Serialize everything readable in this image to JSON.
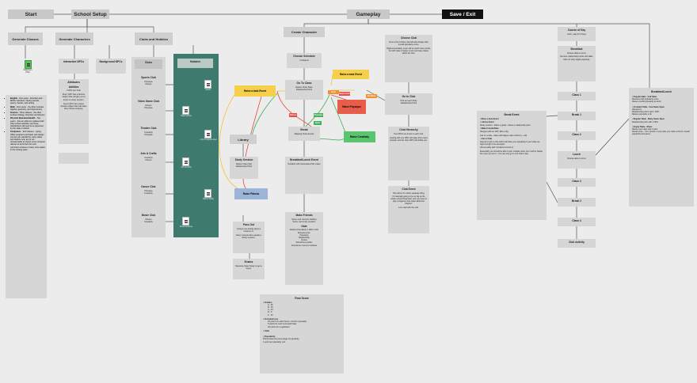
{
  "header": {
    "start": "Start",
    "school_setup": "School Setup",
    "gameplay": "Gameplay",
    "save_exit": "Save / Exit"
  },
  "generate_classes": {
    "title": "Generate Classes",
    "doc_label": "Classroom",
    "doc_sub": "PNG",
    "items": [
      {
        "head": "English",
        "text": "Five years - American and British Literature, literary periods, poetry, rhetoric, and writing"
      },
      {
        "head": "Math",
        "text": "Four years - the other includes algebra, geometry, and trigonometry"
      },
      {
        "head": "Science",
        "text": "Three classes - the other involves biology, chemistry and physics"
      },
      {
        "head": "Physical Education/Health",
        "text": "Two year's - this can often be replaced with other school activities, but these substitutions will need to be approved by the state or district"
      },
      {
        "head": "Computers",
        "text": "Tech classes - typing, Office programs and basic web design courses are standard in many states and districts now, as it's not unreasonable to expect some computer classes to work their into core curriculum choices in many more states in the coming years"
      }
    ]
  },
  "generate_characters": {
    "title": "Generate Characters",
    "interactive": "Interactive NPCs",
    "background": "Background NPCs",
    "attributes_title": "Attributes",
    "attributes_sub": "Abilities",
    "attributes_lines": [
      "2 NPC per Club",
      "Every NPC has a favorite subject that will give you a boost on study session.",
      "Every NPC has a least favorite subject that will make them bad at studying."
    ]
  },
  "clubs": {
    "title": "Clubs and Hobbies",
    "col_title": "Clubs",
    "hobbies_title": "Hobbies",
    "list": [
      {
        "name": "Sports Club",
        "stats": [
          "Physique",
          "Fitness"
        ]
      },
      {
        "name": "Video Game Club",
        "stats": [
          "Fitness",
          "Physique"
        ]
      },
      {
        "name": "Theater Club",
        "stats": [
          "Creativity",
          "Physique"
        ]
      },
      {
        "name": "Arts & Crafts",
        "stats": [
          "Creativity",
          "Fitness"
        ]
      },
      {
        "name": "Dance Club",
        "stats": [
          "Physique",
          "Creativity"
        ]
      },
      {
        "name": "Movie Club",
        "stats": [
          "Fitness",
          "Creativity"
        ]
      }
    ],
    "hobby_docs": [
      "Sports",
      "Video Games",
      "Arts & Supplies area",
      "Arts & Crafts",
      "Dance Studio",
      "Sketch Defense"
    ]
  },
  "gameplay": {
    "create_character": "Create Character",
    "choose_schedule": {
      "title": "Choose Schedule",
      "sub": "4 Subjects"
    },
    "go_to_class": {
      "title": "Go To Class",
      "lines": [
        "Raises Class Stats",
        "Relationship Point"
      ]
    },
    "raise_event_left": "Raise a task Event",
    "raise_event_right": "Raise a task Event",
    "raise_physique": "Raise Physique",
    "raise_creativity": "Raise Creativity",
    "tags": [
      "Ends",
      "Fitness",
      "Physique",
      "Study Event",
      "Art Raise",
      "Ends"
    ],
    "library": "Library",
    "study_session": {
      "title": "Study Session",
      "lines": [
        "Raises Class Stat",
        "Relationship Point"
      ]
    },
    "raise_fitness": "Raise Fitness",
    "break": {
      "title": "Break",
      "sub": "Skipping Class Events"
    },
    "breakfast_lunch": {
      "title": "Breakfast/Lunch Event",
      "sub": "Socialize with classmates/club mates"
    },
    "make_friends": {
      "title": "Make Friends",
      "lines": [
        "Some cool common hobbies",
        "Some cool study sessions"
      ],
      "gate": "Gate",
      "gate_lines": [
        "Relaxes Popularity in ARCs Club",
        "Requirements:",
        "Popularity",
        "Relationship",
        "Scores",
        "Sometimes grades",
        "Sometimes common hobbies"
      ]
    },
    "pass_out": {
      "title": "Pass Out",
      "lines": [
        "Going to an activity gives a minimum C.",
        "Every missed class equals a library session."
      ]
    },
    "exams": {
      "title": "Exams",
      "sub": "Requires Class Study to get a boost."
    },
    "choose_club": {
      "title": "Choose Club",
      "lines": [
        "From a list of clubs, that will also display their overall popularity score.",
        "Highest popularity score will be worth more points, but will make it harder to join and raise status within the club."
      ]
    },
    "go_to_club": {
      "title": "Go to Club",
      "lines": [
        "Pick up new hobby",
        "Relationship Point"
      ]
    },
    "club_hierarchy": {
      "title": "Club Hierarchy",
      "lines": [
        "Two NPCs are trusts in each club.",
        "Getting with one NPC will make them more popular, and the other NPC will dislike you."
      ]
    },
    "club_event": {
      "title": "Club Event",
      "lines": [
        "This will be it's whole separate thing.",
        "It's basically going to be as big as the whole school thing itself, and you have to play minigames and make alliances! Maybe?",
        "Let's wait with the club."
      ]
    }
  },
  "final_score": {
    "title": "Final Score",
    "grades_head": "Grades",
    "grades": [
      "A - 25",
      "B - 15",
      "C - 10",
      "D - 5",
      "F - 10"
    ],
    "friends_head": "Friends/Love",
    "friends": [
      "15 points for each friend + friend's popularity",
      "5 points for each successful date",
      "20 points for a significant"
    ],
    "club_head": "Club",
    "pop_head": "Popularity",
    "pop_lines": [
      "Points based on percentage of popularity.",
      "1 point per popularity unit"
    ]
  },
  "course_of_day": {
    "title": "Course of Day",
    "sub": "x120 - play for 5 days",
    "breakfast": {
      "title": "Breakfast",
      "lines": [
        "Choose table to sit at.",
        "Receive relationship points with table",
        "Gain (or lose) slight popularity."
      ]
    },
    "sequence": [
      "Class 1",
      "Break 1",
      "Class 2",
      "Lunch",
      "Class 3",
      "Break 2",
      "Class 4",
      "Club Activity"
    ],
    "lunch_sub": "Choose table to sit at."
  },
  "break_event": {
    "title": "Break Event",
    "items": [
      "Raise a task Event",
      "Library Event",
      "Study session - Raise a grade - Raise a relationship point",
      "Make Friends/Date",
      "Hangout with an NPC (Bus only)",
      "Ask on a date - dates will happen after school (+ +10)",
      "Join a Club",
      "Attempt to join a club which will raise your popularity if your stats are high enough to be accepted.",
      "(Presumably add \"turnabout function\")",
      "Essentially you should be able to join multiple clubs, but it will be harder the more you are in. You can only go to one Club a day."
    ]
  },
  "breakfast_lunch": {
    "title": "Breakfast/Lunch",
    "items": [
      "Popular table - Full Table",
      "Reaches high popularity score",
      "Raises overall popularity at lunch",
      "Crowded Table - Few Seats Open",
      "(Requires)",
      "Relationship points with 1 NPC",
      "Raises popularity a bit",
      "Regular Table - Many Seats Open",
      "Relationship point with 1 NPC",
      "Empty Table - Shuts",
      "Raises new class stat 1 point",
      "Social score - Your opinion / every date you make a friend, overall popularity decreases"
    ]
  },
  "colors": {
    "teal": "#3e7b6e",
    "event_yellow": "#f6d04a",
    "event_red": "#e85c4a",
    "event_green": "#5bc46f",
    "event_blue": "#9bb4d8",
    "tag_orange": "#f0922f",
    "tag_red": "#e84a4a",
    "tag_green": "#43b05c",
    "edge_red": "#e24a3a",
    "edge_green": "#39b15a",
    "edge_yellow": "#f2c431"
  }
}
